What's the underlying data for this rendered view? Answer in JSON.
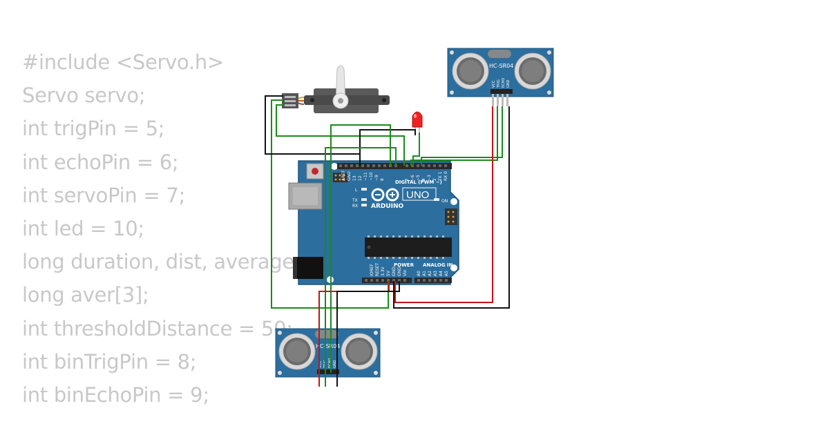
{
  "code": {
    "lines": [
      "#include <Servo.h>",
      "Servo servo;",
      "int trigPin = 5;",
      "int echoPin = 6;",
      "int servoPin = 7;",
      "int led = 10;",
      "long duration, dist, average;",
      "long aver[3];",
      "int thresholdDistance = 50;",
      "int binTrigPin = 8;",
      "int binEchoPin = 9;"
    ]
  },
  "board": {
    "model": "UNO",
    "brand": "ARDUINO",
    "digital_label": "DIGITAL (PWM ~)",
    "power_label": "POWER",
    "analog_label": "ANALOG IN",
    "on_label": "ON",
    "l_label": "L",
    "tx_label": "TX",
    "rx_label": "RX",
    "aref": "AREF",
    "gnd": "GND",
    "power_pins": [
      "IOREF",
      "RESET",
      "3.3V",
      "5V",
      "GND",
      "GND",
      "Vin"
    ],
    "analog_pins": [
      "A0",
      "A1",
      "A2",
      "A3",
      "A4",
      "A5"
    ],
    "digital_pins": [
      "13",
      "12",
      "~11",
      "~10",
      "~9",
      "8",
      "7",
      "~6",
      "~5",
      "4",
      "~3",
      "2",
      "TX 1",
      "RX 0"
    ],
    "color": "#2c6e9e"
  },
  "sensor_top": {
    "label": "HC-SR04",
    "pins": [
      "VCC",
      "TRIG",
      "ECHO",
      "GND"
    ]
  },
  "sensor_bottom": {
    "label": "HC-SR04",
    "pins": [
      "VCC",
      "TRIG",
      "ECHO",
      "GND"
    ]
  },
  "colors": {
    "wire_green": "#1a8a1a",
    "wire_red": "#cc1111",
    "wire_black": "#111111",
    "code_text": "#c8c8c8",
    "led": "#ee2222"
  }
}
